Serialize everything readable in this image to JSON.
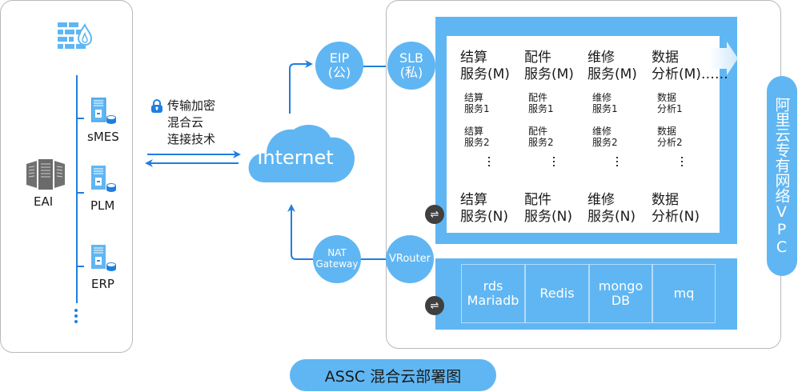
{
  "on_premise": {
    "firewall_icon": "firewall-icon",
    "eai_label": "EAI",
    "systems": [
      {
        "label": "sMES",
        "icon": "server-database-icon"
      },
      {
        "label": "PLM",
        "icon": "server-database-icon"
      },
      {
        "label": "ERP",
        "icon": "server-database-icon"
      }
    ],
    "more": "⋮"
  },
  "connection": {
    "lock_icon": "lock-icon",
    "lines": [
      "传输加密",
      "混合云",
      "连接技术"
    ]
  },
  "internet": {
    "label": "Internet"
  },
  "eip": {
    "line1": "EIP",
    "line2": "(公)"
  },
  "slb": {
    "line1": "SLB",
    "line2": "(私)"
  },
  "nat": {
    "line1": "NAT",
    "line2": "Gateway"
  },
  "vrouter": {
    "label": "VRouter"
  },
  "services": {
    "top_row": [
      {
        "l1": "结算",
        "l2": "服务(M)"
      },
      {
        "l1": "配件",
        "l2": "服务(M)"
      },
      {
        "l1": "维修",
        "l2": "服务(M)"
      },
      {
        "l1": "数据",
        "l2": "分析(M)……"
      }
    ],
    "row1": [
      {
        "l1": "结算",
        "l2": "服务1"
      },
      {
        "l1": "配件",
        "l2": "服务1"
      },
      {
        "l1": "维修",
        "l2": "服务1"
      },
      {
        "l1": "数据",
        "l2": "分析1"
      }
    ],
    "row2": [
      {
        "l1": "结算",
        "l2": "服务2"
      },
      {
        "l1": "配件",
        "l2": "服务2"
      },
      {
        "l1": "维修",
        "l2": "服务2"
      },
      {
        "l1": "数据",
        "l2": "分析2"
      }
    ],
    "bottom_row": [
      {
        "l1": "结算",
        "l2": "服务(N)"
      },
      {
        "l1": "配件",
        "l2": "服务(N)"
      },
      {
        "l1": "维修",
        "l2": "服务(N)"
      },
      {
        "l1": "数据",
        "l2": "分析(N)"
      }
    ]
  },
  "datastores": [
    {
      "l1": "rds",
      "l2": "Mariadb"
    },
    {
      "l1": "Redis",
      "l2": ""
    },
    {
      "l1": "mongo",
      "l2": "DB"
    },
    {
      "l1": "mq",
      "l2": ""
    }
  ],
  "vpc_label": "阿里云专有网络VPC",
  "title": "ASSC 混合云部署图",
  "colors": {
    "accent": "#60b6f2",
    "line": "#1f7fe0",
    "switch": "#3f3f3f"
  }
}
